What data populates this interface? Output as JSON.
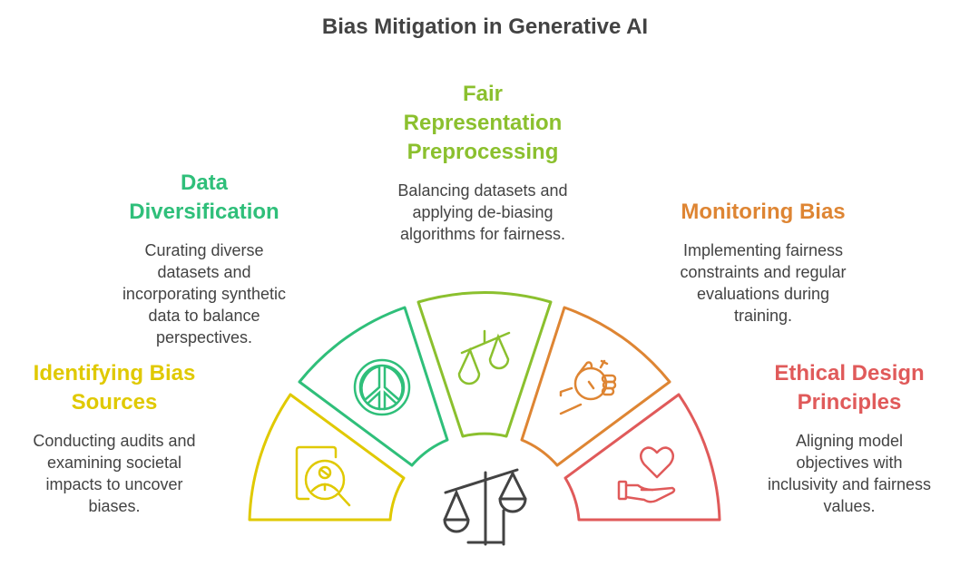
{
  "title": "Bias Mitigation in Generative AI",
  "colors": {
    "title": "#434343",
    "text": "#434343",
    "yellow": "#E0C900",
    "green": "#2FBF7A",
    "lime": "#8BC02E",
    "orange": "#DE8533",
    "red": "#E05A5A",
    "center_icon": "#434343"
  },
  "center_icon": "balance-scale-icon",
  "segments": [
    {
      "heading_line1": "Identifying Bias",
      "heading_line2": "Sources",
      "desc_lines": [
        "Conducting audits and",
        "examining societal",
        "impacts to uncover",
        "biases."
      ],
      "icon": "search-person-icon",
      "color": "#E0C900"
    },
    {
      "heading_line1": "Data",
      "heading_line2": "Diversification",
      "desc_lines": [
        "Curating diverse",
        "datasets and",
        "incorporating synthetic",
        "data to balance",
        "perspectives."
      ],
      "icon": "peace-icon",
      "color": "#2FBF7A"
    },
    {
      "heading_line1": "Fair",
      "heading_line2": "Representation",
      "heading_line3": "Preprocessing",
      "desc_lines": [
        "Balancing datasets and",
        "applying de-biasing",
        "algorithms for fairness."
      ],
      "icon": "scales-icon",
      "color": "#8BC02E"
    },
    {
      "heading_line1": "Monitoring Bias",
      "desc_lines": [
        "Implementing fairness",
        "constraints and regular",
        "evaluations during",
        "training."
      ],
      "icon": "stopwatch-hand-icon",
      "color": "#DE8533"
    },
    {
      "heading_line1": "Ethical Design",
      "heading_line2": "Principles",
      "desc_lines": [
        "Aligning model",
        "objectives with",
        "inclusivity and fairness",
        "values."
      ],
      "icon": "heart-hand-icon",
      "color": "#E05A5A"
    }
  ]
}
